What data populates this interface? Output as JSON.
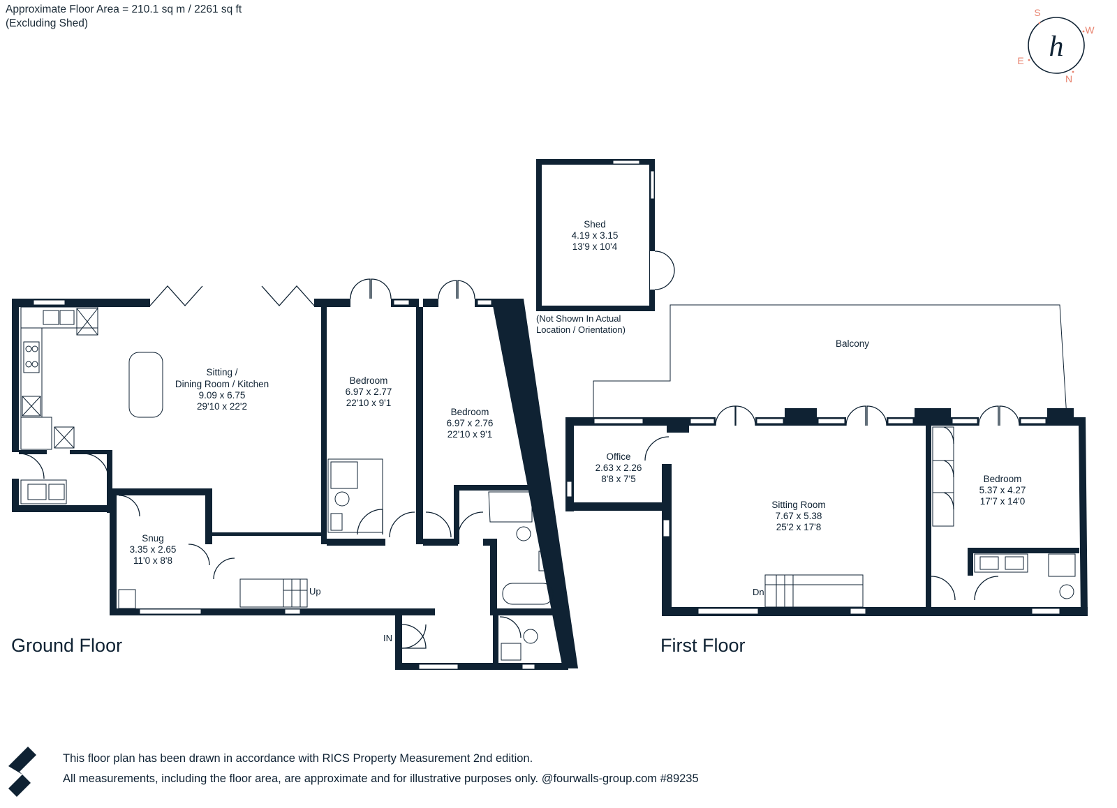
{
  "header": {
    "area_line": "Approximate Floor Area = 210.1 sq m / 2261 sq ft",
    "excluding": "(Excluding Shed)"
  },
  "compass": {
    "s": "S",
    "w": "W",
    "e": "E",
    "n": "N",
    "logo_mark": "h"
  },
  "shed": {
    "name": "Shed",
    "metric": "4.19 x 3.15",
    "imperial": "13'9 x 10'4",
    "note_line1": "(Not Shown In Actual",
    "note_line2": "Location / Orientation)"
  },
  "ground_floor": {
    "label": "Ground Floor",
    "rooms": [
      {
        "name": "Sitting /",
        "name2": "Dining Room / Kitchen",
        "metric": "9.09 x 6.75",
        "imperial": "29'10 x 22'2"
      },
      {
        "name": "Bedroom",
        "metric": "6.97 x 2.77",
        "imperial": "22'10 x 9'1"
      },
      {
        "name": "Bedroom",
        "metric": "6.97 x 2.76",
        "imperial": "22'10 x 9'1"
      },
      {
        "name": "Snug",
        "metric": "3.35 x 2.65",
        "imperial": "11'0 x 8'8"
      }
    ],
    "stairs_label": "Up",
    "entrance_label": "IN"
  },
  "first_floor": {
    "label": "First Floor",
    "balcony": "Balcony",
    "rooms": [
      {
        "name": "Office",
        "metric": "2.63 x 2.26",
        "imperial": "8'8 x 7'5"
      },
      {
        "name": "Sitting Room",
        "metric": "7.67 x 5.38",
        "imperial": "25'2 x 17'8"
      },
      {
        "name": "Bedroom",
        "metric": "5.37 x 4.27",
        "imperial": "17'7 x 14'0"
      }
    ],
    "stairs_label": "Dn"
  },
  "footer": {
    "line1": "This floor plan has been drawn in accordance with RICS Property Measurement 2nd edition.",
    "line2": "All measurements, including the floor area, are approximate and for illustrative purposes only. @fourwalls-group.com #89235"
  }
}
